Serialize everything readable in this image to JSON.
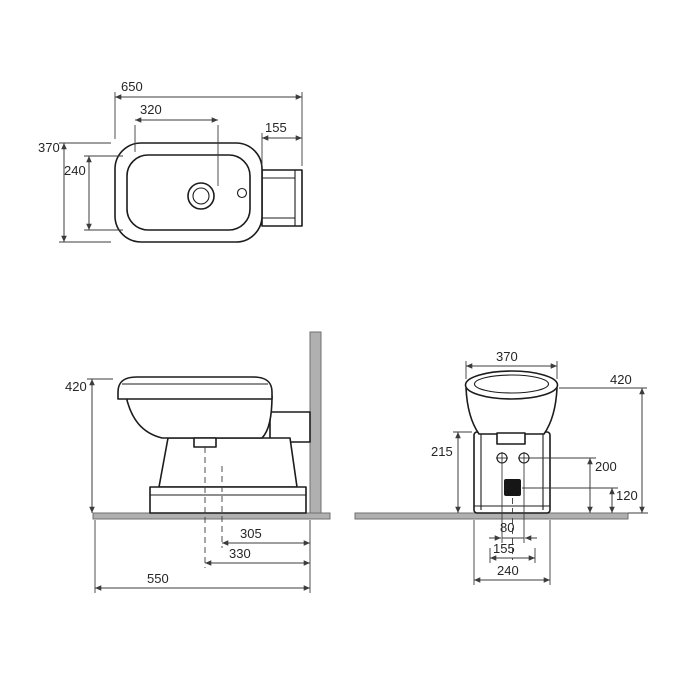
{
  "drawing": {
    "background": "#ffffff",
    "line_color": "#1c1c1c",
    "dimension_color": "#3c3c3c",
    "surface_color": "#b0b0b0",
    "dims": {
      "top_view": {
        "overall_length": "650",
        "bowl_length": "320",
        "bracket_length": "155",
        "overall_width": "370",
        "bowl_width": "240"
      },
      "side_view": {
        "rim_height": "420",
        "hole_to_wall": "305",
        "drain_to_wall": "330",
        "overall_depth": "550"
      },
      "rear_view": {
        "rim_width": "370",
        "rim_height": "420",
        "body_top_height": "215",
        "holes_height": "200",
        "outlet_height": "120",
        "holes_spacing": "80",
        "outlet_spacing": "155",
        "base_width": "240"
      }
    }
  }
}
